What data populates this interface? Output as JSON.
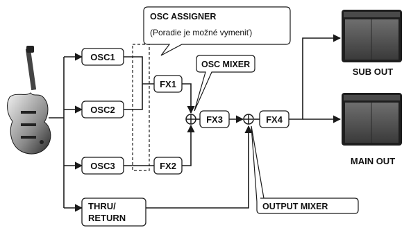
{
  "blocks": {
    "osc1": "OSC1",
    "osc2": "OSC2",
    "osc3": "OSC3",
    "thru_return_line1": "THRU/",
    "thru_return_line2": "RETURN",
    "fx1": "FX1",
    "fx2": "FX2",
    "fx3": "FX3",
    "fx4": "FX4"
  },
  "callouts": {
    "osc_assigner_title": "OSC ASSIGNER",
    "osc_assigner_note": "(Poradie je možné vymeniť)",
    "osc_mixer": "OSC MIXER",
    "output_mixer": "OUTPUT MIXER"
  },
  "outputs": {
    "sub_out": "SUB OUT",
    "main_out": "MAIN OUT"
  },
  "icons": {
    "input": "electric-guitar-icon",
    "outputs": "guitar-amplifier-icon",
    "mixers": "summing-junction-icon"
  },
  "colors": {
    "line": "#1a1a1a",
    "box_border": "#1a1a1a",
    "box_fill": "#ffffff"
  }
}
